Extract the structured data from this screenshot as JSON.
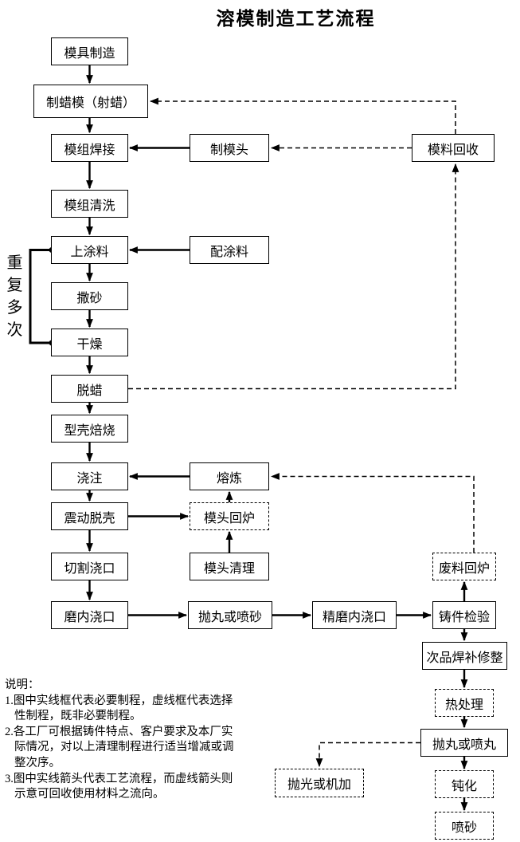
{
  "title": "溶模制造工艺流程",
  "repeat_label": "重复多次",
  "nodes": {
    "mold_making": "模具制造",
    "wax_injection": "制蜡模（射蜡）",
    "module_welding": "模组焊接",
    "module_cleaning": "模组清洗",
    "apply_coating": "上涂料",
    "sanding": "撒砂",
    "drying": "干燥",
    "dewaxing": "脱蜡",
    "shell_roasting": "型壳焙烧",
    "pouring": "浇注",
    "vibration_knockout": "震动脱壳",
    "gate_cutting": "切割浇口",
    "gate_grinding": "磨内浇口",
    "sprue_making": "制模头",
    "coating_prep": "配涂料",
    "melting": "熔炼",
    "sprue_remelt": "模头回炉",
    "sprue_cleaning": "模头清理",
    "shot_or_sand_blasting": "抛丸或喷砂",
    "fine_gate_grinding": "精磨内浇口",
    "material_recovery": "模料回收",
    "waste_remelt": "废料回炉",
    "casting_inspection": "铸件检验",
    "defect_repair": "次品焊补修整",
    "heat_treatment": "热处理",
    "shot_blasting_peening": "抛丸或喷丸",
    "passivation": "钝化",
    "sand_blasting": "喷砂",
    "polishing_machining": "抛光或机加"
  },
  "notes": {
    "lines": [
      "说明：",
      "1.图中实线框代表必要制程，虚线框代表选择",
      "性制程，既非必要制程。",
      "2.各工厂可根据铸件特点、客户要求及本厂实",
      "际情况，对以上清理制程进行适当增减或调",
      "整次序。",
      "3.图中实线箭头代表工艺流程，而虚线箭头则",
      "示意可回收使用材料之流向。"
    ]
  }
}
